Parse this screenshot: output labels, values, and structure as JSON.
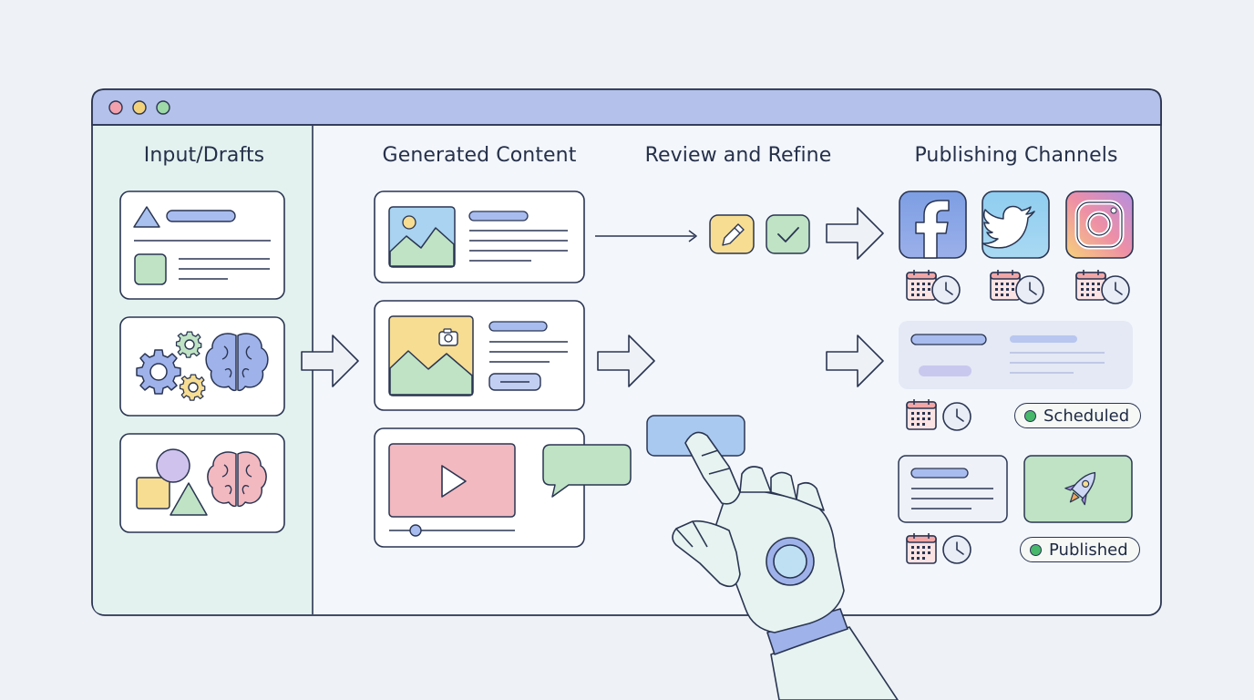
{
  "columns": {
    "input": "Input/Drafts",
    "generated": "Generated Content",
    "review": "Review and Refine",
    "publishing": "Publishing Channels"
  },
  "statuses": {
    "scheduled": "Scheduled",
    "published": "Published"
  },
  "window_controls": [
    "close",
    "minimize",
    "maximize"
  ],
  "social_icons": [
    "facebook-icon",
    "twitter-icon",
    "instagram-icon"
  ],
  "colors": {
    "titlebar": "#b4c1ea",
    "sidebar": "#e4f2ef",
    "accent_blue": "#8fa6df",
    "accent_green": "#bfe3c4",
    "accent_pink": "#f2b9c0",
    "accent_yellow": "#f7dd92",
    "status_green": "#47b86a"
  }
}
